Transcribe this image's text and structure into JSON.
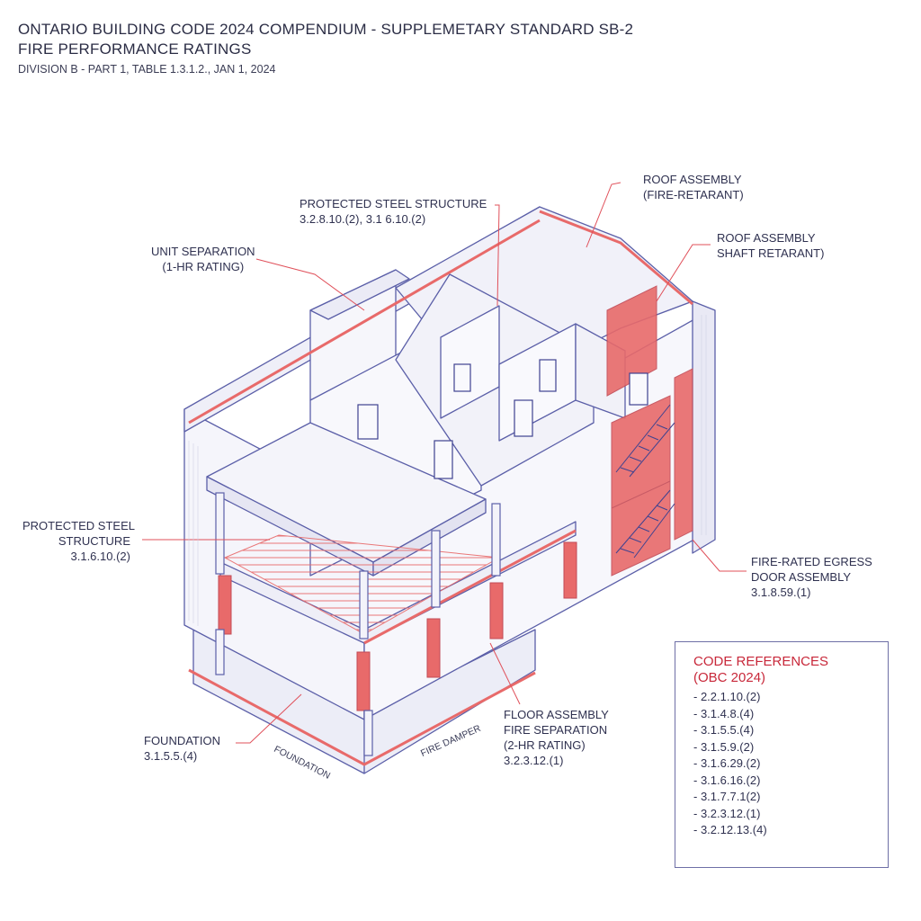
{
  "header": {
    "title_line1": "ONTARIO BUILDING CODE 2024 COMPENDIUM - SUPPLEMETARY STANDARD SB-2",
    "title_line2": "FIRE PERFORMANCE RATINGS",
    "subtitle": "DIVISION B - PART 1, TABLE 1.3.1.2., JAN 1, 2024"
  },
  "callouts": {
    "protected_steel_top": {
      "line1": "PROTECTED STEEL STRUCTURE",
      "line2": "3.2.8.10.(2), 3.1 6.10.(2)"
    },
    "roof_fire": {
      "line1": "ROOF ASSEMBLY",
      "line2": "(FIRE-RETARANT)"
    },
    "roof_shaft": {
      "line1": "ROOF ASSEMBLY",
      "line2": "SHAFT RETARANT)"
    },
    "unit_separation": {
      "line1": "UNIT SEPARATION",
      "line2": "(1-HR RATING)"
    },
    "protected_steel_left": {
      "line1": "PROTECTED STEEL",
      "line2": "STRUCTURE",
      "line3": "3.1.6.10.(2)"
    },
    "egress_door": {
      "line1": "FIRE-RATED EGRESS",
      "line2": "DOOR ASSEMBLY",
      "line3": "3.1.8.59.(1)"
    },
    "foundation": {
      "line1": "FOUNDATION",
      "line2": "3.1.5.5.(4)"
    },
    "floor_assembly": {
      "line1": "FLOOR ASSEMBLY",
      "line2": "FIRE SEPARATION",
      "line3": "(2-HR RATING)",
      "line4": "3.2.3.12.(1)"
    }
  },
  "drawing_tags": {
    "foundation_tag": "FOUNDATION",
    "fire_damper_tag": "FIRE DAMPER"
  },
  "code_references": {
    "title_line1": "CODE REFERENCES",
    "title_line2": "(OBC 2024)",
    "items": [
      "- 2.2.1.10.(2)",
      "- 3.1.4.8.(4)",
      "- 3.1.5.5.(4)",
      "- 3.1.5.9.(2)",
      "- 3.1.6.29.(2)",
      "- 3.1.6.16.(2)",
      "- 3.1.7.7.1(2)",
      "- 3.2.3.12.(1)",
      "- 3.2.12.13.(4)"
    ]
  },
  "colors": {
    "outline": "#5b5fa8",
    "fire_red": "#e86a6a",
    "fire_red_dark": "#c8283a",
    "wall_fill": "#f3f3fa"
  }
}
